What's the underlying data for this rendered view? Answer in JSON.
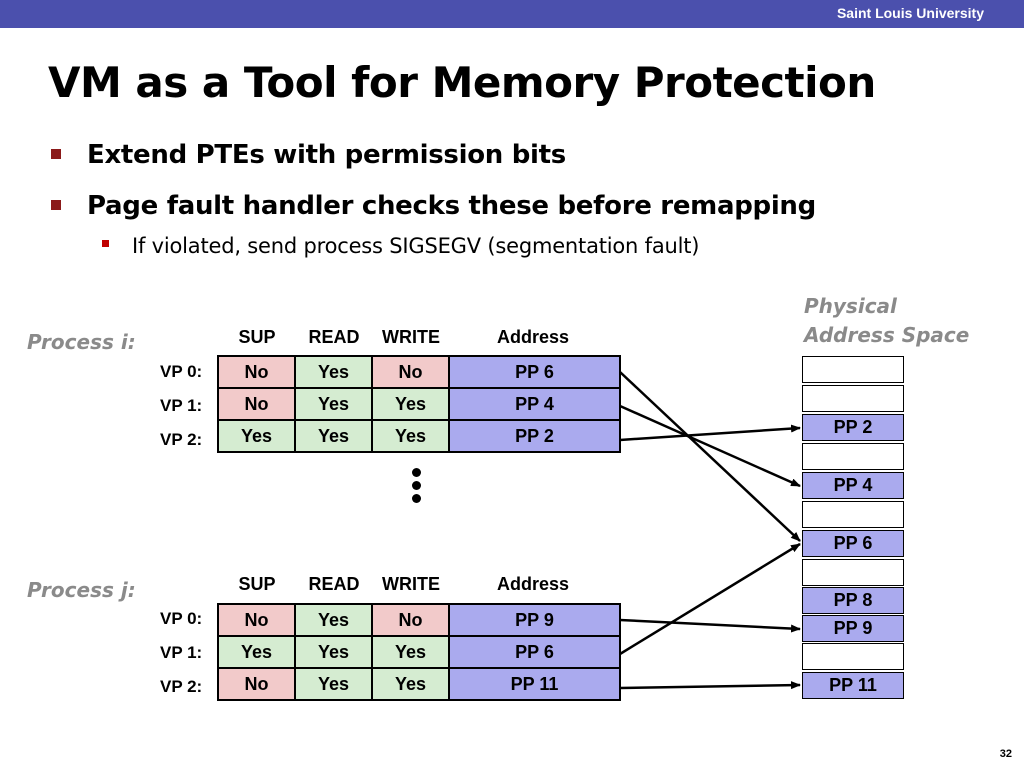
{
  "header": {
    "university": "Saint Louis University"
  },
  "title": "VM as a Tool for Memory Protection",
  "bullets": [
    "Extend PTEs with permission bits",
    "Page fault handler checks these before remapping"
  ],
  "sub_bullets": [
    "If violated, send process SIGSEGV (segmentation fault)"
  ],
  "columns": [
    "SUP",
    "READ",
    "WRITE",
    "Address"
  ],
  "process_i": {
    "label": "Process i:",
    "rows": [
      {
        "vp": "VP 0:",
        "sup": "No",
        "read": "Yes",
        "write": "No",
        "addr": "PP 6"
      },
      {
        "vp": "VP 1:",
        "sup": "No",
        "read": "Yes",
        "write": "Yes",
        "addr": "PP 4"
      },
      {
        "vp": "VP 2:",
        "sup": "Yes",
        "read": "Yes",
        "write": "Yes",
        "addr": "PP 2"
      }
    ]
  },
  "process_j": {
    "label": "Process j:",
    "rows": [
      {
        "vp": "VP 0:",
        "sup": "No",
        "read": "Yes",
        "write": "No",
        "addr": "PP 9"
      },
      {
        "vp": "VP 1:",
        "sup": "Yes",
        "read": "Yes",
        "write": "Yes",
        "addr": "PP 6"
      },
      {
        "vp": "VP 2:",
        "sup": "No",
        "read": "Yes",
        "write": "Yes",
        "addr": "PP 11"
      }
    ]
  },
  "physical": {
    "title_line1": "Physical",
    "title_line2": "Address Space",
    "pages": [
      "",
      "",
      "PP 2",
      "",
      "PP 4",
      "",
      "PP 6",
      "",
      "PP 8",
      "PP 9",
      "",
      "PP 11"
    ]
  },
  "page_number": "32",
  "colors": {
    "topbar": "#4b50ad",
    "no_cell": "#f2caca",
    "yes_cell": "#d5ecd1",
    "address_cell": "#aaaaee",
    "bullet_marker": "#8b1a1a"
  }
}
